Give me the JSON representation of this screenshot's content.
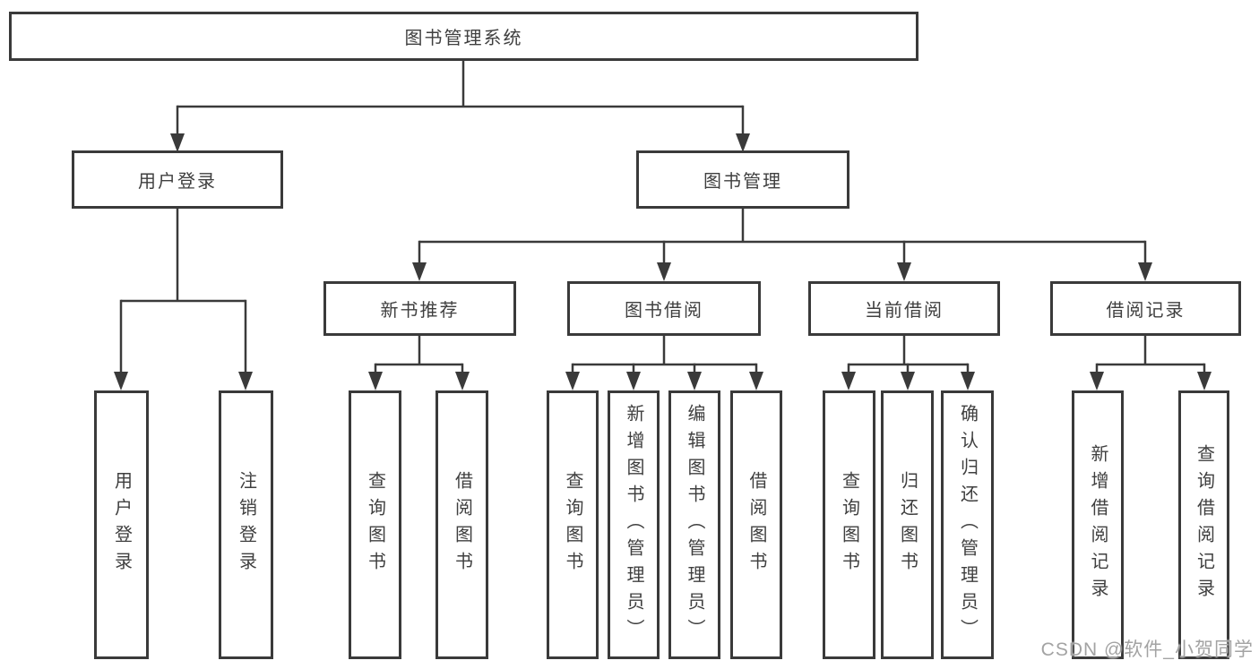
{
  "diagram": {
    "root": {
      "label": "图书管理系统"
    },
    "branches": [
      {
        "label": "用户登录",
        "leaves": [
          "用户登录",
          "注销登录"
        ]
      },
      {
        "label": "图书管理",
        "groups": [
          {
            "label": "新书推荐",
            "leaves": [
              "查询图书",
              "借阅图书"
            ]
          },
          {
            "label": "图书借阅",
            "leaves": [
              "查询图书",
              "新增图书（管理员）",
              "编辑图书（管理员）",
              "借阅图书"
            ]
          },
          {
            "label": "当前借阅",
            "leaves": [
              "查询图书",
              "归还图书",
              "确认归还（管理员）"
            ]
          },
          {
            "label": "借阅记录",
            "leaves": [
              "新增借阅记录",
              "查询借阅记录"
            ]
          }
        ]
      }
    ],
    "line_color": "#3a3a3a",
    "box_background": "#ffffff",
    "text_color": "#3f3f3f"
  },
  "watermark": {
    "text": "CSDN @软件_小贺同学"
  }
}
